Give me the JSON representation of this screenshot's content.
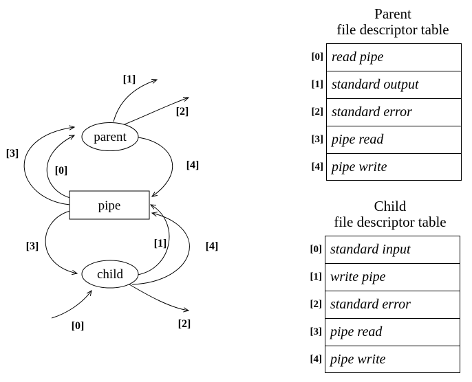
{
  "colors": {
    "stroke": "#000000",
    "background": "#ffffff"
  },
  "diagram": {
    "nodes": {
      "parent": "parent",
      "pipe": "pipe",
      "child": "child"
    },
    "arrow_labels": {
      "parent_fd1": "[1]",
      "parent_fd2": "[2]",
      "parent_fd3": "[3]",
      "parent_fd0": "[0]",
      "parent_fd4": "[4]",
      "child_fd3": "[3]",
      "child_fd1": "[1]",
      "child_fd4": "[4]",
      "child_fd0": "[0]",
      "child_fd2": "[2]"
    }
  },
  "parent_table": {
    "title_line1": "Parent",
    "title_line2": "file descriptor table",
    "rows": [
      {
        "index": "[0]",
        "value": "read pipe"
      },
      {
        "index": "[1]",
        "value": "standard output"
      },
      {
        "index": "[2]",
        "value": "standard error"
      },
      {
        "index": "[3]",
        "value": "pipe read"
      },
      {
        "index": "[4]",
        "value": "pipe write"
      }
    ]
  },
  "child_table": {
    "title_line1": "Child",
    "title_line2": "file descriptor table",
    "rows": [
      {
        "index": "[0]",
        "value": "standard input"
      },
      {
        "index": "[1]",
        "value": "write pipe"
      },
      {
        "index": "[2]",
        "value": "standard error"
      },
      {
        "index": "[3]",
        "value": "pipe read"
      },
      {
        "index": "[4]",
        "value": "pipe write"
      }
    ]
  }
}
